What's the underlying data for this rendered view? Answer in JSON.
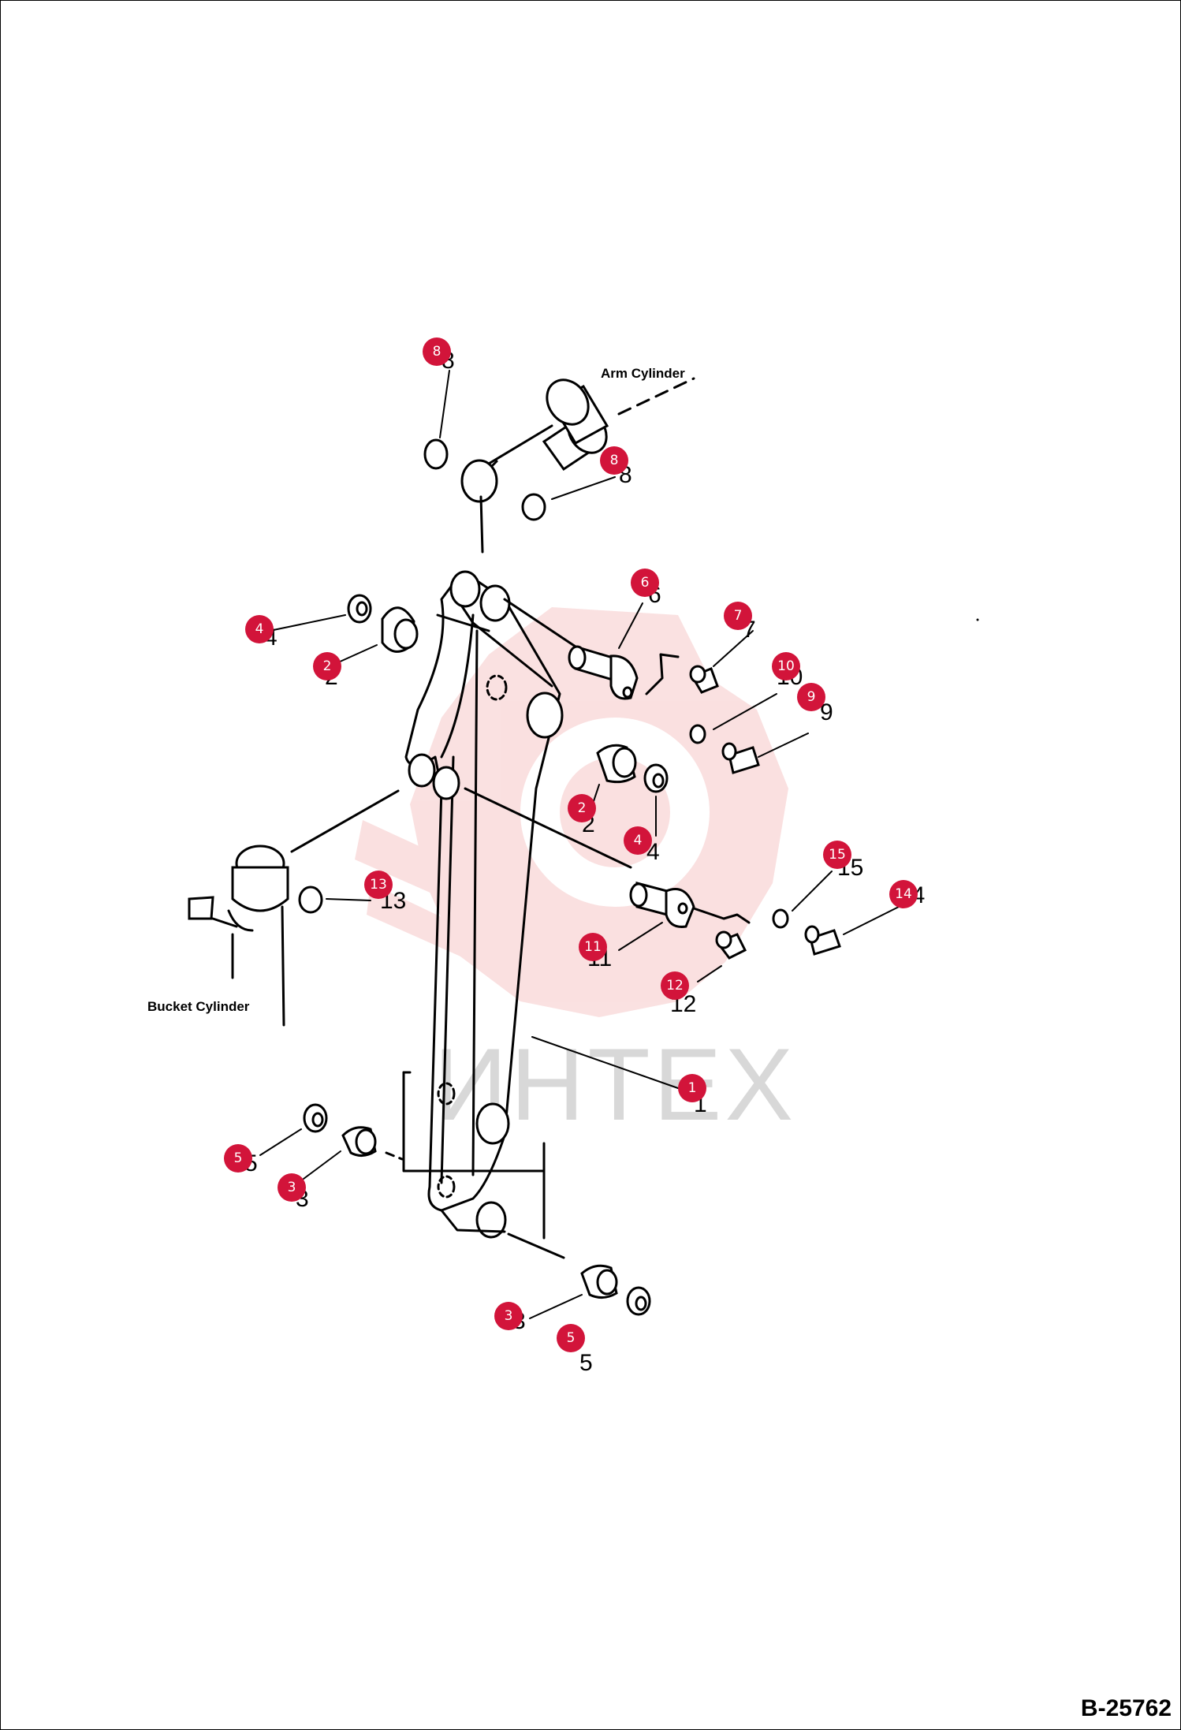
{
  "drawing_id": "B-25762",
  "labels": {
    "arm_cylinder": "Arm Cylinder",
    "bucket_cylinder": "Bucket Cylinder"
  },
  "watermark": "ИНТЕХ",
  "colors": {
    "callout": "#d2143a",
    "watermark": "#f6c8c8"
  },
  "part_numbers": [
    "1",
    "2",
    "2",
    "3",
    "3",
    "4",
    "4",
    "5",
    "5",
    "6",
    "7",
    "8",
    "8",
    "9",
    "10",
    "11",
    "12",
    "13",
    "14",
    "15"
  ],
  "callouts": [
    "8",
    "8",
    "6",
    "7",
    "4",
    "2",
    "10",
    "9",
    "2",
    "4",
    "15",
    "13",
    "14",
    "11",
    "12",
    "1",
    "5",
    "3",
    "3",
    "5"
  ]
}
